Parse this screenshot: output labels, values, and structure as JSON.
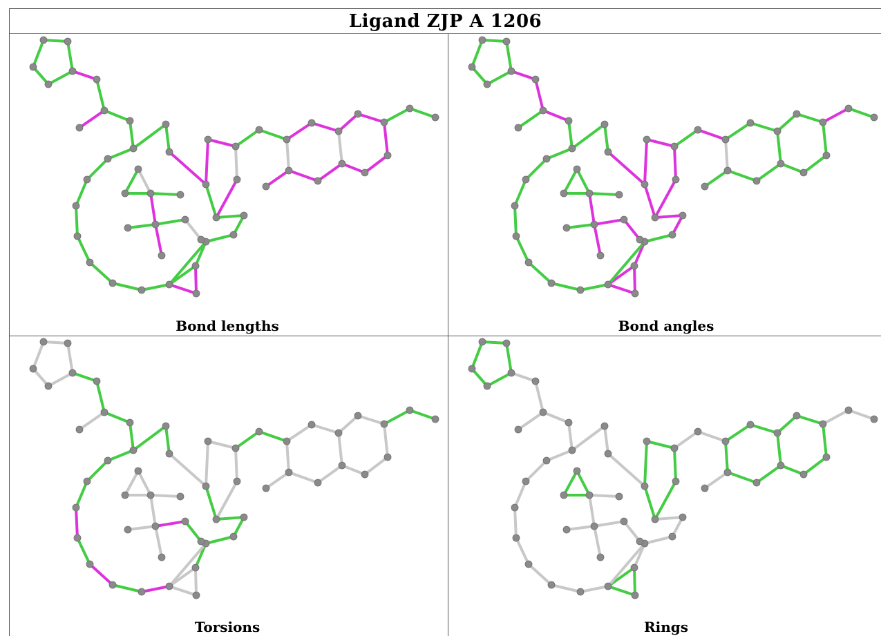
{
  "title": "Ligand ZJP A 1206",
  "panels": {
    "bond_lengths": {
      "label": "Bond lengths"
    },
    "bond_angles": {
      "label": "Bond angles"
    },
    "torsions": {
      "label": "Torsions"
    },
    "rings": {
      "label": "Rings"
    }
  },
  "colors": {
    "green": "#44cc44",
    "magenta": "#dd33dd",
    "gray": "#c8c8c8",
    "atom": "#8a8a8a"
  }
}
